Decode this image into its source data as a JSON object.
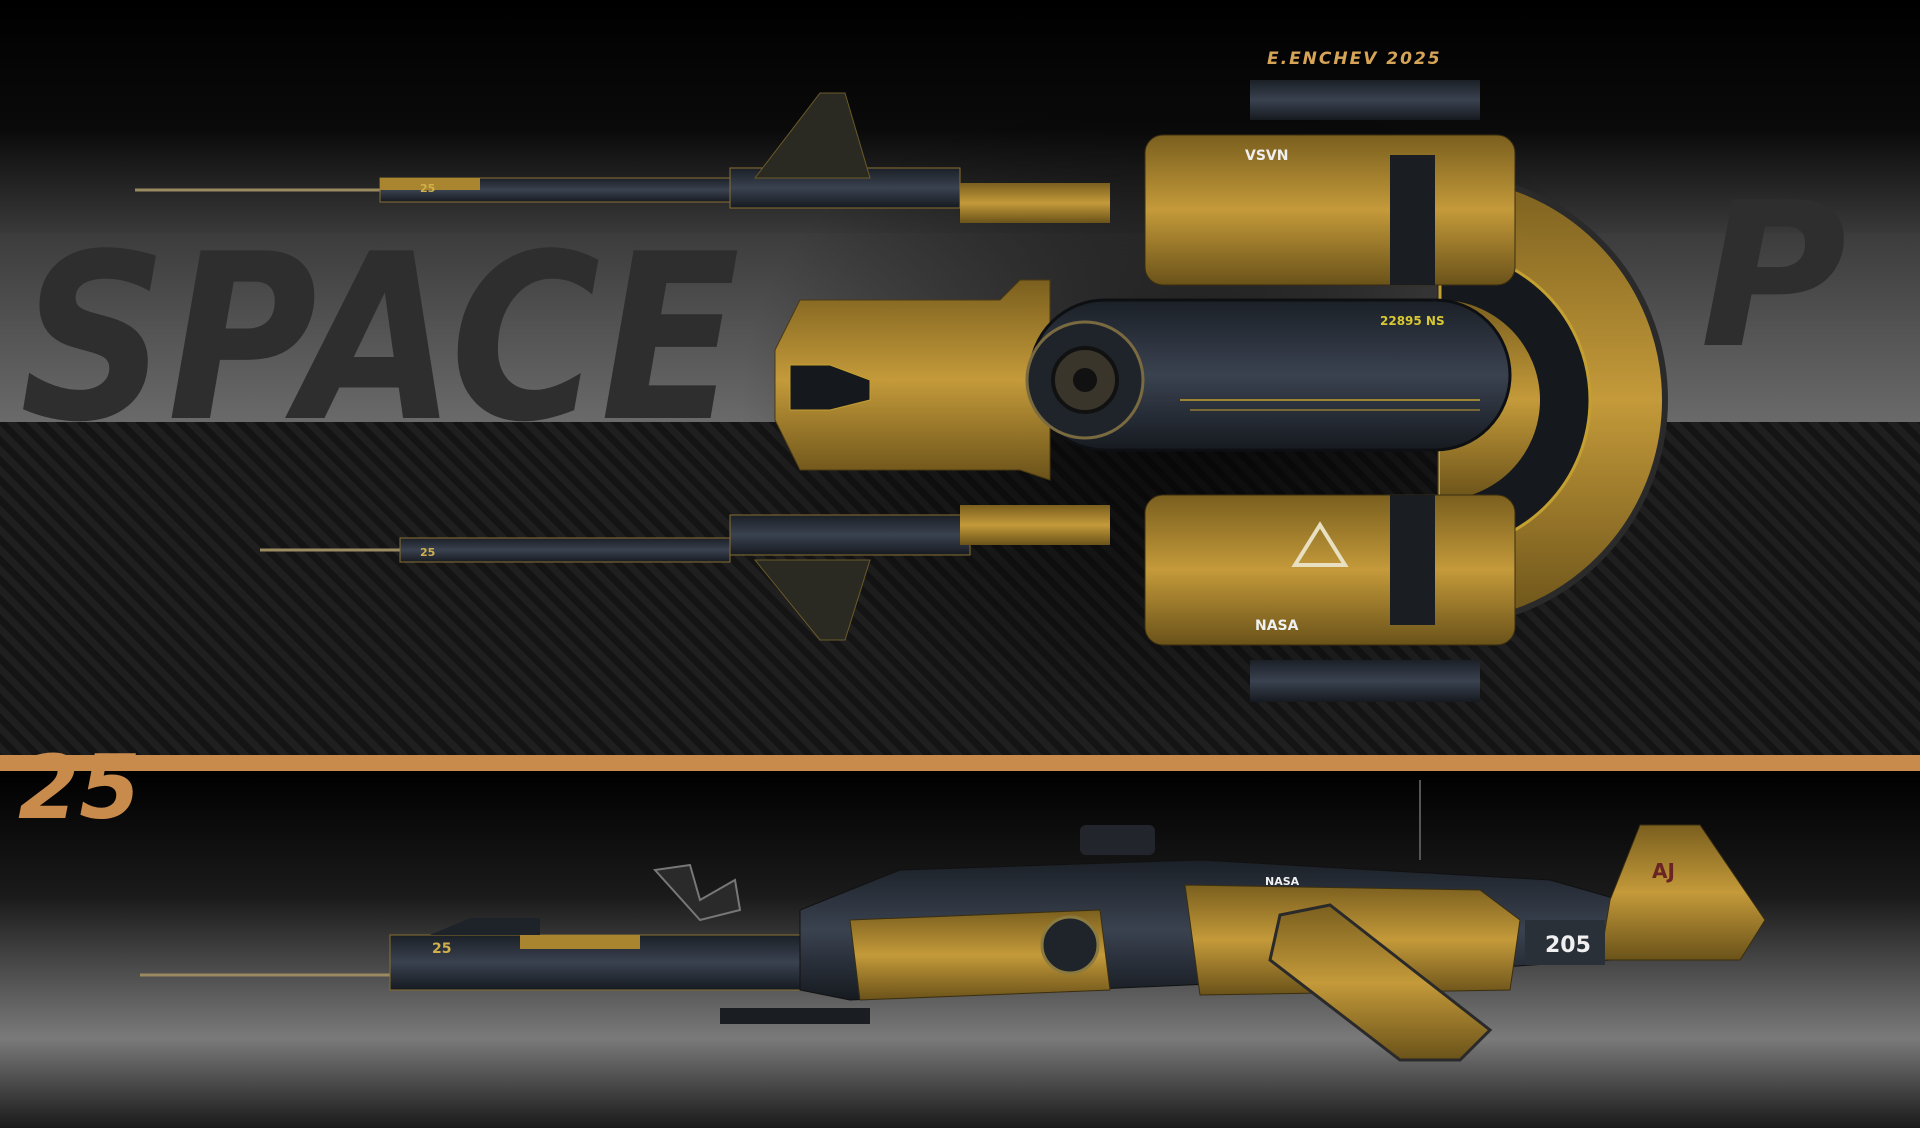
{
  "artwork": {
    "signature": "E.ENCHEV 2025",
    "background_word": "SPACE",
    "background_word_tail": "P",
    "number_badge": "25",
    "colors": {
      "accent_orange": "#c98b4c",
      "hull_yellow": "#b8902e",
      "hull_dark": "#2a3038",
      "band_gray": "#5a5a5a",
      "signature": "#d6a457"
    }
  },
  "top_view": {
    "hull_label_upper": "VSVN",
    "hull_label_lower": "NASA",
    "registry": "22895 NS",
    "gun_number": "25",
    "pod_marking": "25"
  },
  "side_view": {
    "hull_label": "NASA",
    "hull_number": "205",
    "tail_letters": "AJ",
    "gun_number": "25"
  }
}
